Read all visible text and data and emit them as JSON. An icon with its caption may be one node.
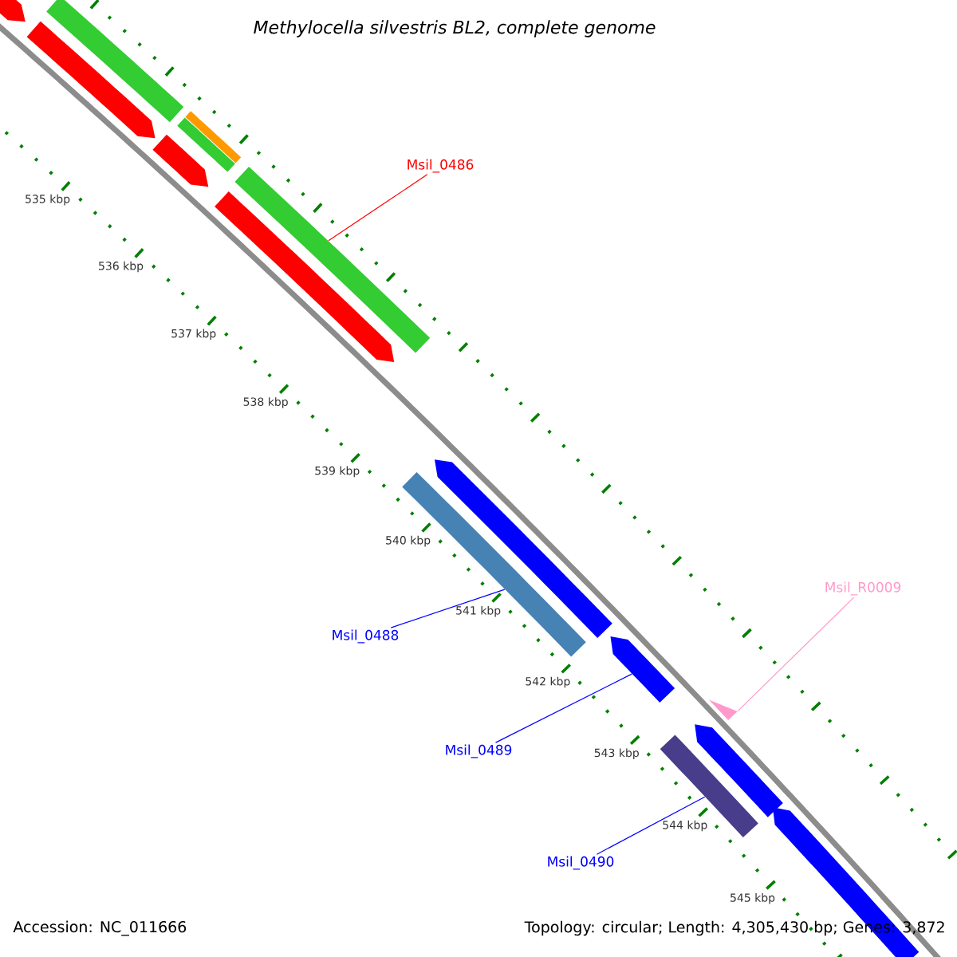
{
  "diagram": {
    "title": "Methylocella silvestris BL2, complete genome",
    "nodes": [
      {
        "text": [
          "Msil_0486"
        ]
      },
      {
        "text": [],
        "shape": "bar"
      },
      {
        "text": [
          "Msil_R0009"
        ]
      },
      {
        "text": [],
        "shape": "triangle"
      },
      {
        "text": [
          "Msil_0488"
        ]
      },
      {
        "text": [],
        "shape": "bar"
      },
      {
        "text": [
          "Msil_0489"
        ]
      },
      {
        "text": [],
        "shape": "bar"
      },
      {
        "text": [
          "Msil_0490"
        ]
      },
      {
        "text": [],
        "shape": "bar"
      },
      {
        "text": [],
        "shape": "bar"
      },
      {
        "text": [],
        "shape": "bar"
      },
      {
        "text": [],
        "shape": "bar"
      },
      {
        "text": [],
        "shape": "bar"
      },
      {
        "text": [],
        "shape": "bar"
      },
      {
        "text": [],
        "shape": "bar"
      },
      {
        "text": [],
        "shape": "bar"
      },
      {
        "text": [],
        "shape": "bar"
      },
      {
        "text": [],
        "shape": "bar"
      },
      {
        "text": [],
        "shape": "bar"
      }
    ],
    "edges": [
      {
        "from": 0,
        "to": 1,
        "arrow": "none",
        "color": "#ff0000"
      },
      {
        "from": 2,
        "to": 3,
        "arrow": "none",
        "color": "#ff99cc"
      },
      {
        "from": 4,
        "to": 5,
        "arrow": "none"
      },
      {
        "from": 6,
        "to": 7,
        "arrow": "none"
      },
      {
        "from": 8,
        "to": 9,
        "arrow": "none"
      }
    ],
    "labels": [
      "535 kbp",
      "536 kbp",
      "537 kbp",
      "538 kbp",
      "539 kbp",
      "540 kbp",
      "541 kbp",
      "542 kbp",
      "543 kbp",
      "544 kbp",
      "545 kbp",
      "Accession: NC_011666",
      "Topology: circular; Length: 4,305,430 bp; Genes: 3,872"
    ]
  }
}
